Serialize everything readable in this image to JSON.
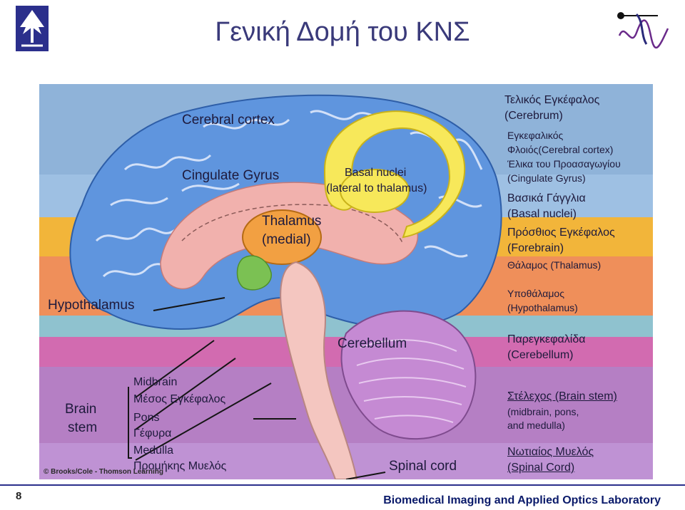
{
  "title": "Γενική Δομή του ΚΝΣ",
  "page_number": "8",
  "lab_name": "Biomedical Imaging and Applied Optics Laboratory",
  "credit": "© Brooks/Cole - Thomson Learning",
  "figure_labels": {
    "cerebral_cortex": "Cerebral cortex",
    "cingulate_gyrus": "Cingulate Gyrus",
    "basal_nuclei_1": "Basal nuclei",
    "basal_nuclei_2": "(lateral to thalamus)",
    "thalamus_1": "Thalamus",
    "thalamus_2": "(medial)",
    "hypothalamus": "Hypothalamus",
    "cerebellum": "Cerebellum",
    "brain_stem_1": "Brain",
    "brain_stem_2": "stem",
    "midbrain": "Midbrain",
    "midbrain_gr": "Μέσος Εγκέφαλος",
    "pons": "Pons",
    "pons_gr": "Γέφυρα",
    "medulla": "Medulla",
    "medulla_gr": "Προμήκης Μυελός",
    "spinal_cord": "Spinal cord"
  },
  "right_labels": {
    "cerebrum_1": "Τελικός Εγκέφαλος",
    "cerebrum_2": "(Cerebrum)",
    "cortex_1": "Εγκεφαλικός",
    "cortex_2": "Φλοιός(Cerebral cortex)",
    "cingulate_1": "Έλικα του Προασαγωγίου",
    "cingulate_2": "(Cingulate Gyrus)",
    "basal_1": "Βασικά Γάγγλια",
    "basal_2": "(Basal nuclei)",
    "forebrain_1": "Πρόσθιος Εγκέφαλος",
    "forebrain_2": "(Forebrain)",
    "thalamus": "Θάλαμος (Thalamus)",
    "hypothalamus_1": "Υποθάλαμος",
    "hypothalamus_2": "(Hypothalamus)",
    "cerebellum_1": "Παρεγκεφαλίδα",
    "cerebellum_2": "(Cerebellum)",
    "brainstem_1": "Στέλεχος (Brain stem)",
    "brainstem_2": "(midbrain, pons,",
    "brainstem_3": "and medulla)",
    "spinal_1": "Νωτιαίος Μυελός",
    "spinal_2": "(Spinal Cord)"
  },
  "colors": {
    "cortex_band": "#8fb3d9",
    "cortex_band_light": "#9ec0e3",
    "basal_band": "#f2b53a",
    "forebrain_band": "#ef8f5a",
    "hypothalamus_band": "#8fc2cf",
    "cerebellum_band": "#d26bb0",
    "brainstem_band": "#b57fc4",
    "spinal_band": "#bf92d4",
    "brain_blue": "#5f95de",
    "brain_pink": "#f1b1ad",
    "basal_yellow": "#f7e85a",
    "thalamus_orange": "#f2a042",
    "hypothalamus_green": "#7bc153",
    "stem_pink": "#f4c6c0",
    "cerebellum_purple": "#c58ad3",
    "title": "#3a3a7a",
    "lab": "#0a1a6a"
  },
  "logos": {
    "left": "university-tree-logo",
    "right": "lab-signal-logo"
  }
}
